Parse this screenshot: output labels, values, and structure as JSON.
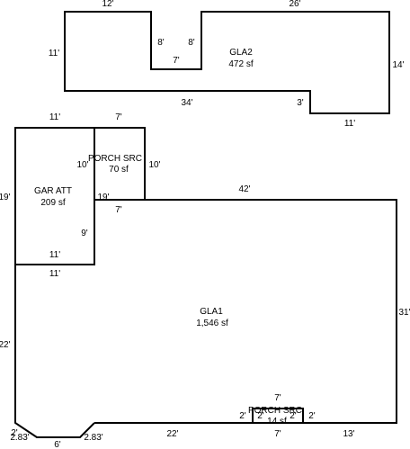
{
  "areas": {
    "gla2": {
      "name": "GLA2",
      "size": "472 sf"
    },
    "gar_att": {
      "name": "GAR ATT",
      "size": "209 sf"
    },
    "porch_top": {
      "name": "PORCH SRC",
      "size": "70 sf"
    },
    "gla1": {
      "name": "GLA1",
      "size": "1,546 sf"
    },
    "porch_bottom": {
      "name": "PORCH SRC",
      "size": "14 sf"
    }
  },
  "dims": {
    "gla2_top_left": "12'",
    "gla2_top_right": "26'",
    "gla2_left": "11'",
    "gla2_notch_left": "8'",
    "gla2_notch_right": "8'",
    "gla2_notch_bottom": "7'",
    "gla2_right": "14'",
    "gla2_bottom": "34'",
    "gla2_step": "3'",
    "gla2_bottom_right": "11'",
    "gar_top": "11'",
    "porch_top_top": "7'",
    "gar_left": "19'",
    "gar_right_upper": "10'",
    "porch_top_right": "10'",
    "gar_right_lower": "19'",
    "porch_top_bottom": "7'",
    "gla1_top": "42'",
    "gar_inner_right": "9'",
    "gar_bottom_inner": "11'",
    "gar_bottom_outer": "11'",
    "gla1_left": "22'",
    "gla1_right": "31'",
    "porch_bottom_top": "7'",
    "porch_bottom_left_out": "2'",
    "porch_bottom_left_in": "2'",
    "porch_bottom_right_in": "2'",
    "porch_bottom_right_out": "2'",
    "chamfer_left": "2.83'",
    "chamfer_right": "2.83'",
    "bottom_left": "2'",
    "bottom_center": "6'",
    "bottom_mid": "22'",
    "porch_bottom_bottom": "7'",
    "bottom_right": "13'"
  }
}
